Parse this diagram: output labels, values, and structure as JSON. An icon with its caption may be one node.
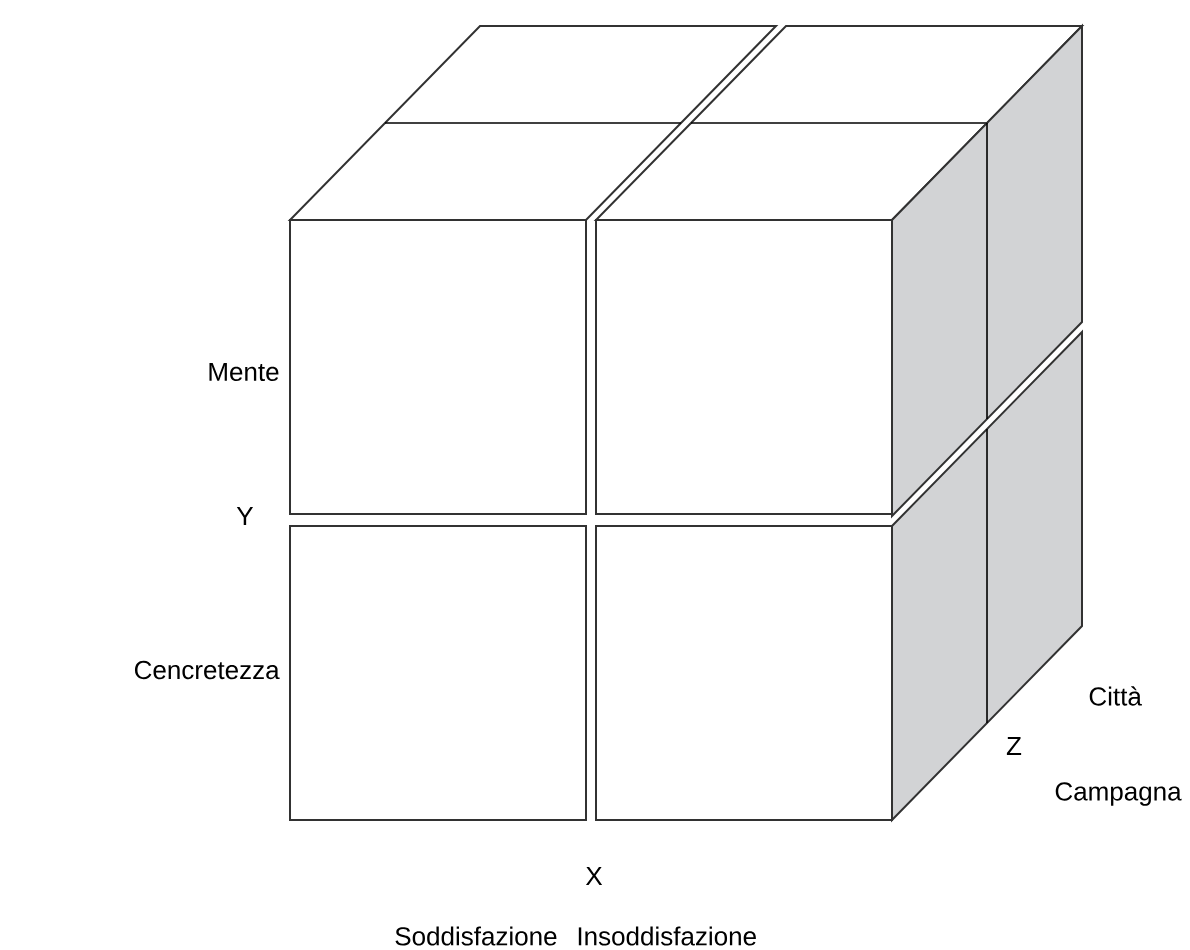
{
  "diagram": {
    "labels": [
      "Mente",
      "Y",
      "Cencretezza",
      "Città",
      "Z",
      "Campagna",
      "X",
      "Soddisfazione",
      "Insoddisfazione"
    ]
  }
}
